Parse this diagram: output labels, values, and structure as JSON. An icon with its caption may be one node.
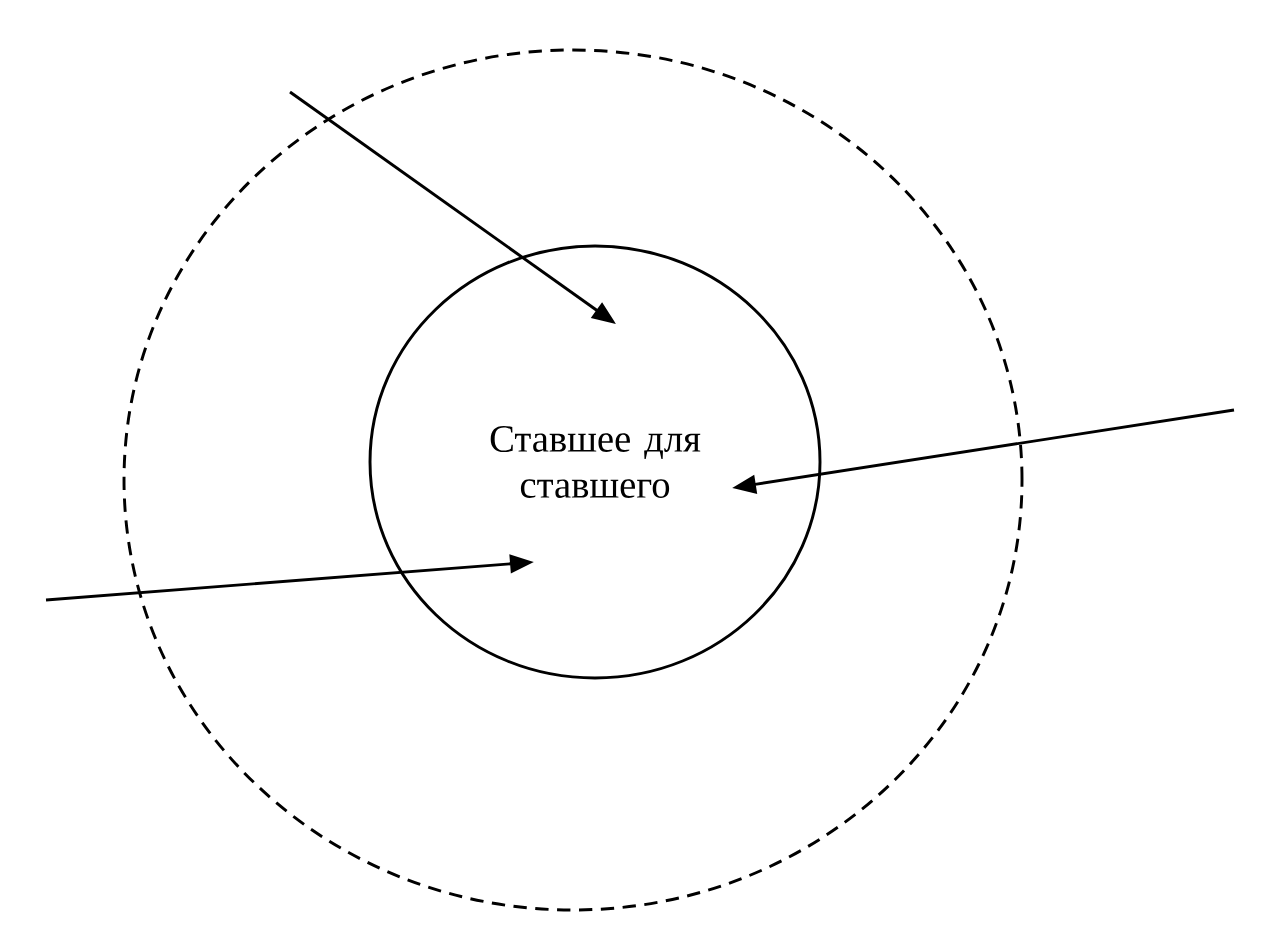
{
  "diagram": {
    "nodes": [
      {
        "text": [],
        "shape": "circle"
      },
      {
        "text": [
          "Ставшее для ставшего"
        ],
        "in": 0
      }
    ],
    "edges": [
      {
        "from": null,
        "to": 1,
        "arrow": "to"
      },
      {
        "from": null,
        "to": 1,
        "arrow": "to"
      },
      {
        "from": null,
        "to": 1,
        "arrow": "to"
      }
    ]
  }
}
